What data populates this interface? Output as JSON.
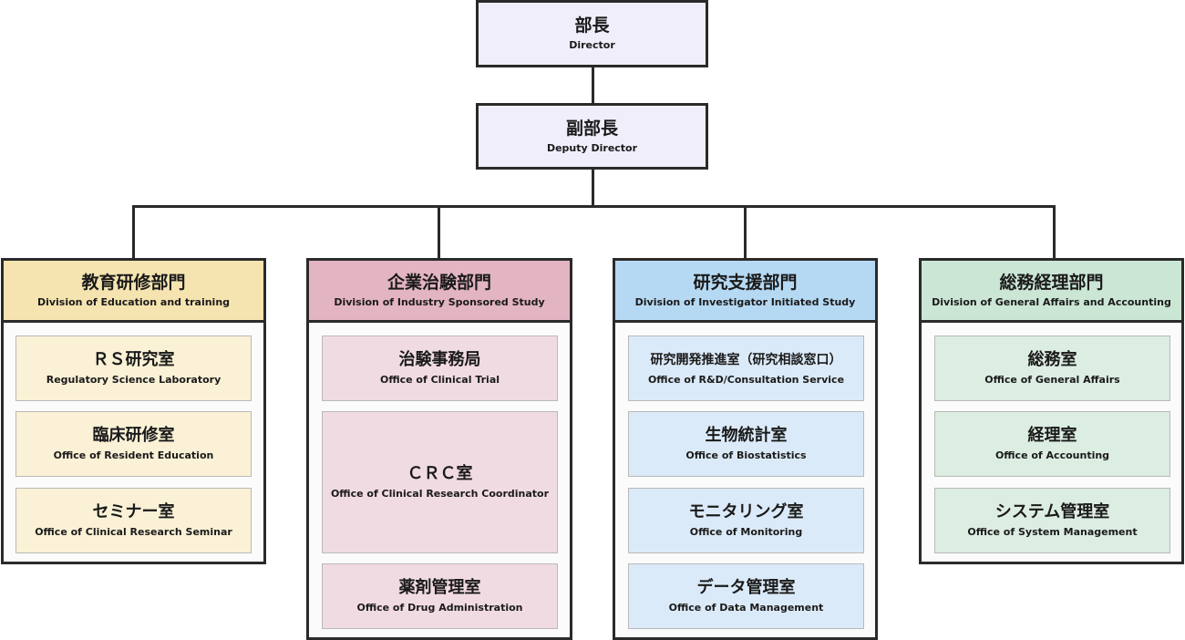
{
  "director": {
    "jp": "部長",
    "en": "Director"
  },
  "deputy": {
    "jp": "副部長",
    "en": "Deputy Director"
  },
  "divisions": [
    {
      "jp": "教育研修部門",
      "en": "Division of Education and training",
      "color": "#f5e4b0",
      "office_color": "#faf1d6",
      "offices": [
        {
          "jp": "ＲＳ研究室",
          "en": "Regulatory Science Laboratory"
        },
        {
          "jp": "臨床研修室",
          "en": "Office of Resident Education"
        },
        {
          "jp": "セミナー室",
          "en": "Office of Clinical Research Seminar"
        }
      ]
    },
    {
      "jp": "企業治験部門",
      "en": "Division of Industry Sponsored Study",
      "color": "#e3b4c2",
      "office_color": "#f1dbe2",
      "offices": [
        {
          "jp": "治験事務局",
          "en": "Office of Clinical Trial"
        },
        {
          "jp": "ＣＲＣ室",
          "en": "Office of Clinical Research Coordinator"
        },
        {
          "jp": "薬剤管理室",
          "en": "Office of Drug Administration"
        }
      ]
    },
    {
      "jp": "研究支援部門",
      "en": "Division of Investigator Initiated Study",
      "color": "#b6d9f3",
      "office_color": "#dbeaf8",
      "offices": [
        {
          "jp": "研究開発推進室（研究相談窓口）",
          "en": "Office of R&D/Consultation Service"
        },
        {
          "jp": "生物統計室",
          "en": "Office of Biostatistics"
        },
        {
          "jp": "モニタリング室",
          "en": "Office of Monitoring"
        },
        {
          "jp": "データ管理室",
          "en": "Office of Data Management"
        }
      ]
    },
    {
      "jp": "総務経理部門",
      "en": "Division of General Affairs and Accounting",
      "color": "#cbe6d5",
      "office_color": "#dcede2",
      "offices": [
        {
          "jp": "総務室",
          "en": "Office of General Affairs"
        },
        {
          "jp": "経理室",
          "en": "Office of Accounting"
        },
        {
          "jp": "システム管理室",
          "en": "Office of System Management"
        }
      ]
    }
  ]
}
